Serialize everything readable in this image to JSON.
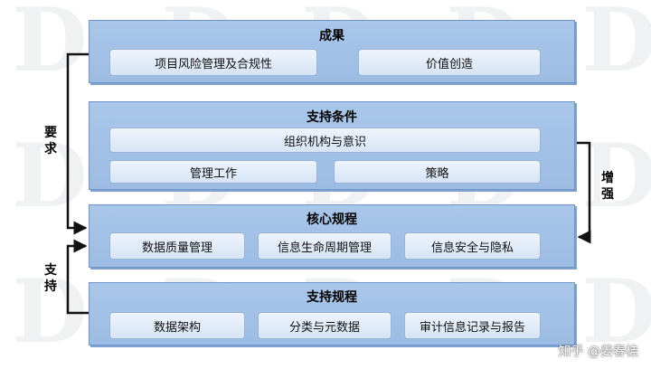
{
  "panels": {
    "outcomes": {
      "title": "成果",
      "items": [
        "项目风险管理及合规性",
        "价值创造"
      ]
    },
    "support_conditions": {
      "title": "支持条件",
      "items": [
        "组织机构与意识",
        "管理工作",
        "策略"
      ]
    },
    "core_processes": {
      "title": "核心规程",
      "items": [
        "数据质量管理",
        "信息生命周期管理",
        "信息安全与隐私"
      ]
    },
    "support_processes": {
      "title": "支持规程",
      "items": [
        "数据架构",
        "分类与元数据",
        "审计信息记录与报告"
      ]
    }
  },
  "connectors": {
    "left_top_label": "要\n求",
    "left_bottom_label": "支\n持",
    "right_label": "增\n强"
  },
  "watermark": {
    "glyph": "D"
  },
  "credit": "知乎 @姜春桂",
  "colors": {
    "panel_fill": "#a9c6ea",
    "panel_border": "#6f94c6",
    "box_fill": "#e6eefa",
    "arrow": "#111111"
  }
}
